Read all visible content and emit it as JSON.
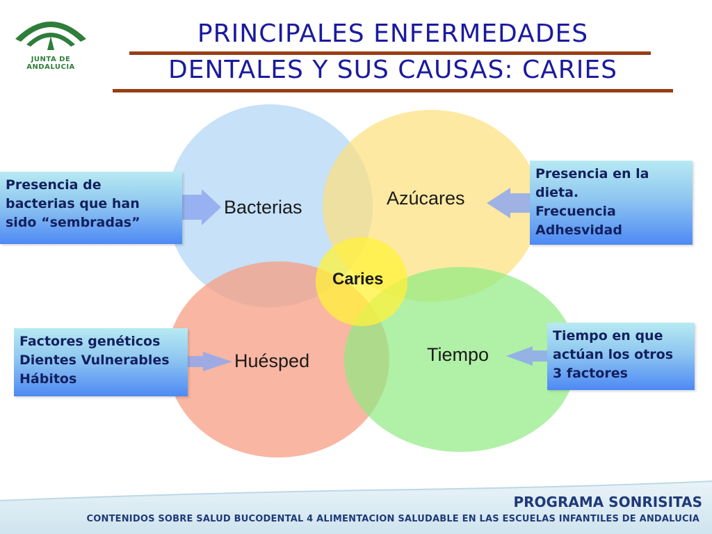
{
  "logo": {
    "name": "junta-andalucia-logo",
    "text": "JUNTA DE ANDALUCIA",
    "color": "#2f7d3a"
  },
  "title": {
    "line1": "PRINCIPALES ENFERMEDADES",
    "line2": "DENTALES Y SUS CAUSAS: CARIES",
    "color": "#1a1a9e",
    "underline_color": "#9a3d16"
  },
  "venn": {
    "circles": [
      {
        "key": "bacterias",
        "label": "Bacterias",
        "color": "#bcdcf7"
      },
      {
        "key": "azucares",
        "label": "Azúcares",
        "color": "#fde07a"
      },
      {
        "key": "huesped",
        "label": "Huésped",
        "color": "#f79e83"
      },
      {
        "key": "tiempo",
        "label": "Tiempo",
        "color": "#8feb82"
      }
    ],
    "center": {
      "label": "Caries",
      "color": "#fff23a"
    }
  },
  "boxes": {
    "bacterias": [
      "Presencia de",
      "bacterias que han",
      "sido “sembradas”"
    ],
    "azucares": [
      "Presencia en la",
      "dieta.",
      "Frecuencia",
      "Adhesvidad"
    ],
    "huesped": [
      "Factores genéticos",
      "Dientes Vulnerables",
      "Hábitos"
    ],
    "tiempo": [
      "Tiempo en que",
      "actúan los otros",
      "3 factores"
    ]
  },
  "footer": {
    "program": "PROGRAMA SONRISITAS",
    "line": "CONTENIDOS SOBRE SALUD BUCODENTAL 4   ALIMENTACION SALUDABLE EN LAS ESCUELAS INFANTILES DE ANDALUCIA"
  }
}
